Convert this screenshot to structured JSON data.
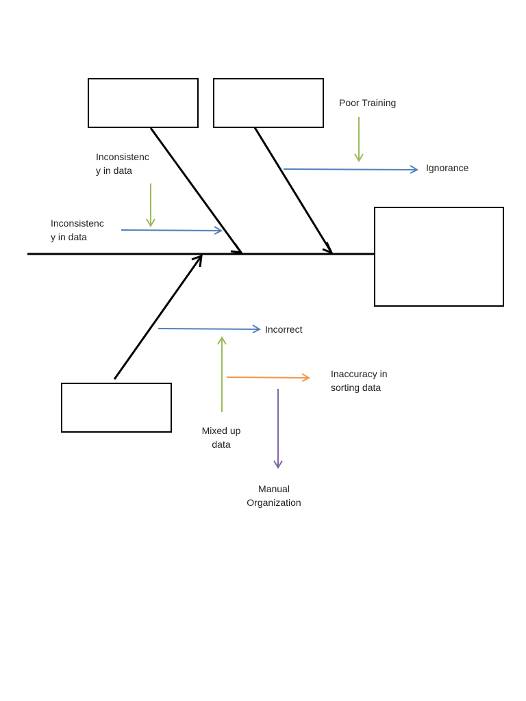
{
  "labels": {
    "poor_training": "Poor Training",
    "ignorance": "Ignorance",
    "inconsistency_top": [
      "Inconsistenc",
      "y in data"
    ],
    "inconsistency_left": [
      "Inconsistenc",
      "y in data"
    ],
    "incorrect": "Incorrect",
    "inaccuracy": [
      "Inaccuracy in",
      "sorting data"
    ],
    "mixed_up": [
      "Mixed up",
      "data"
    ],
    "manual": [
      "Manual",
      "Organization"
    ]
  },
  "colors": {
    "spine": "#000000",
    "blue_arrow": "#4f81bd",
    "green_arrow": "#9bbb59",
    "orange_arrow": "#f79646",
    "purple_arrow": "#8064a2"
  }
}
